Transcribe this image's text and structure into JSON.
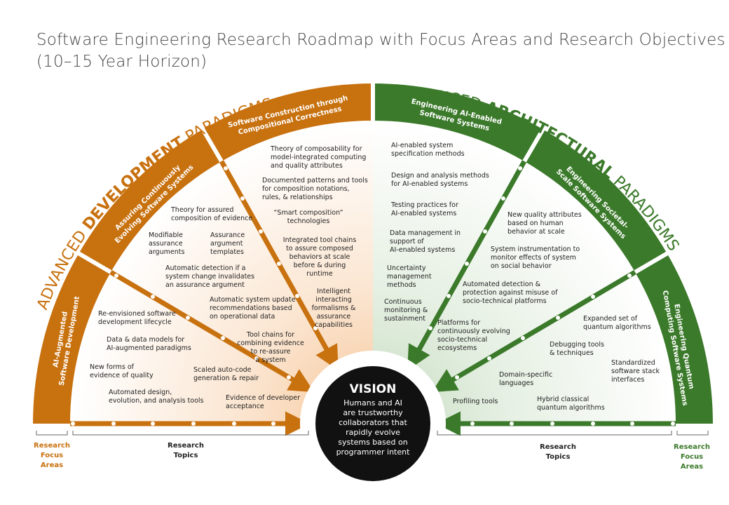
{
  "title": {
    "line1": "Software Engineering Research Roadmap with Focus Areas and Research Objectives",
    "line2": "(10–15 Year Horizon)"
  },
  "colors": {
    "left_accent": "#c8710f",
    "left_light": "#fbe9d7",
    "right_accent": "#3b7a2a",
    "right_light": "#e3efe0",
    "vision_bg": "#111111"
  },
  "left": {
    "banner_prefix": "ADVANCED ",
    "banner_bold": "DEVELOPMENT",
    "banner_suffix": " PARADIGMS",
    "areas": [
      {
        "line1": "AI-Augmented",
        "line2": "Software Development"
      },
      {
        "line1": "Assuring Continuously",
        "line2": "Evolving Software Systems"
      },
      {
        "line1": "Software Construction through",
        "line2": "Compositional Correctness"
      }
    ],
    "topics": {
      "ai1": [
        "Re-envisioned software",
        "development lifecycle"
      ],
      "ai2": [
        "Data & data models for",
        "AI-augmented paradigms"
      ],
      "ai3": [
        "New forms of",
        "evidence of quality"
      ],
      "ai4": [
        "Scaled auto-code",
        "generation & repair"
      ],
      "ai5": [
        "Automated design,",
        "evolution, and analysis tools"
      ],
      "ai6": [
        "Evidence of developer",
        "acceptance"
      ],
      "as1": [
        "Theory for assured",
        "composition of evidence"
      ],
      "as2": [
        "Modifiable",
        "assurance",
        "arguments"
      ],
      "as3": [
        "Assurance",
        "argument",
        "templates"
      ],
      "as4": [
        "Automatic detection if a",
        "system change invalidates",
        "an assurance argument"
      ],
      "as5": [
        "Automatic system update",
        "recommendations based",
        "on operational data"
      ],
      "as6": [
        "Tool chains for",
        "combining evidence",
        "to re-assure",
        "a system"
      ],
      "sc1": [
        "Theory of composability for",
        "model-integrated computing",
        "and quality attributes"
      ],
      "sc2": [
        "Documented patterns and tools",
        "for composition notations,",
        "rules, & relationships"
      ],
      "sc3": [
        "“Smart composition”",
        "technologies"
      ],
      "sc4": [
        "Integrated tool chains",
        "to assure composed",
        "behaviors at scale",
        "before & during",
        "runtime"
      ],
      "sc5": [
        "Intelligent",
        "interacting",
        "formalisms &",
        "assurance",
        "capabilities"
      ]
    },
    "focus_label": [
      "Research",
      "Focus",
      "Areas"
    ],
    "topics_label": [
      "Research",
      "Topics"
    ]
  },
  "right": {
    "banner_prefix": "ADVANCED ",
    "banner_bold": "ARCHITECTURAL",
    "banner_suffix": " PARADIGMS",
    "areas": [
      {
        "line1": "Engineering AI-Enabled",
        "line2": "Software Systems"
      },
      {
        "line1": "Engineering Societal-",
        "line2": "Scale Software Systems"
      },
      {
        "line1": "Engineering Quantum",
        "line2": "Computing Software Systems"
      }
    ],
    "topics": {
      "ae1": [
        "AI-enabled system",
        "specification methods"
      ],
      "ae2": [
        "Design and analysis methods",
        "for AI-enabled systems"
      ],
      "ae3": [
        "Testing practices for",
        "AI-enabled systems"
      ],
      "ae4": [
        "Data management in",
        "support of",
        "AI-enabled systems"
      ],
      "ae5": [
        "Uncertainty",
        "management",
        "methods"
      ],
      "ae6": [
        "Continuous",
        "monitoring &",
        "sustainment"
      ],
      "ss1": [
        "New quality attributes",
        "based on human",
        "behavior at scale"
      ],
      "ss2": [
        "System instrumentation to",
        "monitor effects of system",
        "on social behavior"
      ],
      "ss3": [
        "Automated detection &",
        "protection against misuse of",
        "socio-technical platforms"
      ],
      "ss4": [
        "Platforms for",
        "continuously evolving",
        "socio-technical",
        "ecosystems"
      ],
      "qc1": [
        "Expanded set of",
        "quantum algorithms"
      ],
      "qc2": [
        "Debugging tools",
        "& techniques"
      ],
      "qc3": [
        "Standardized",
        "software stack",
        "interfaces"
      ],
      "qc4": [
        "Domain-specific",
        "languages"
      ],
      "qc5": [
        "Profiling tools"
      ],
      "qc6": [
        "Hybrid classical",
        "quantum algorithms"
      ]
    },
    "focus_label": [
      "Research",
      "Focus",
      "Areas"
    ],
    "topics_label": [
      "Research",
      "Topics"
    ]
  },
  "vision": {
    "heading": "VISION",
    "lines": [
      "Humans and AI",
      "are trustworthy",
      "collaborators that",
      "rapidly evolve",
      "systems based on",
      "programmer intent"
    ]
  }
}
